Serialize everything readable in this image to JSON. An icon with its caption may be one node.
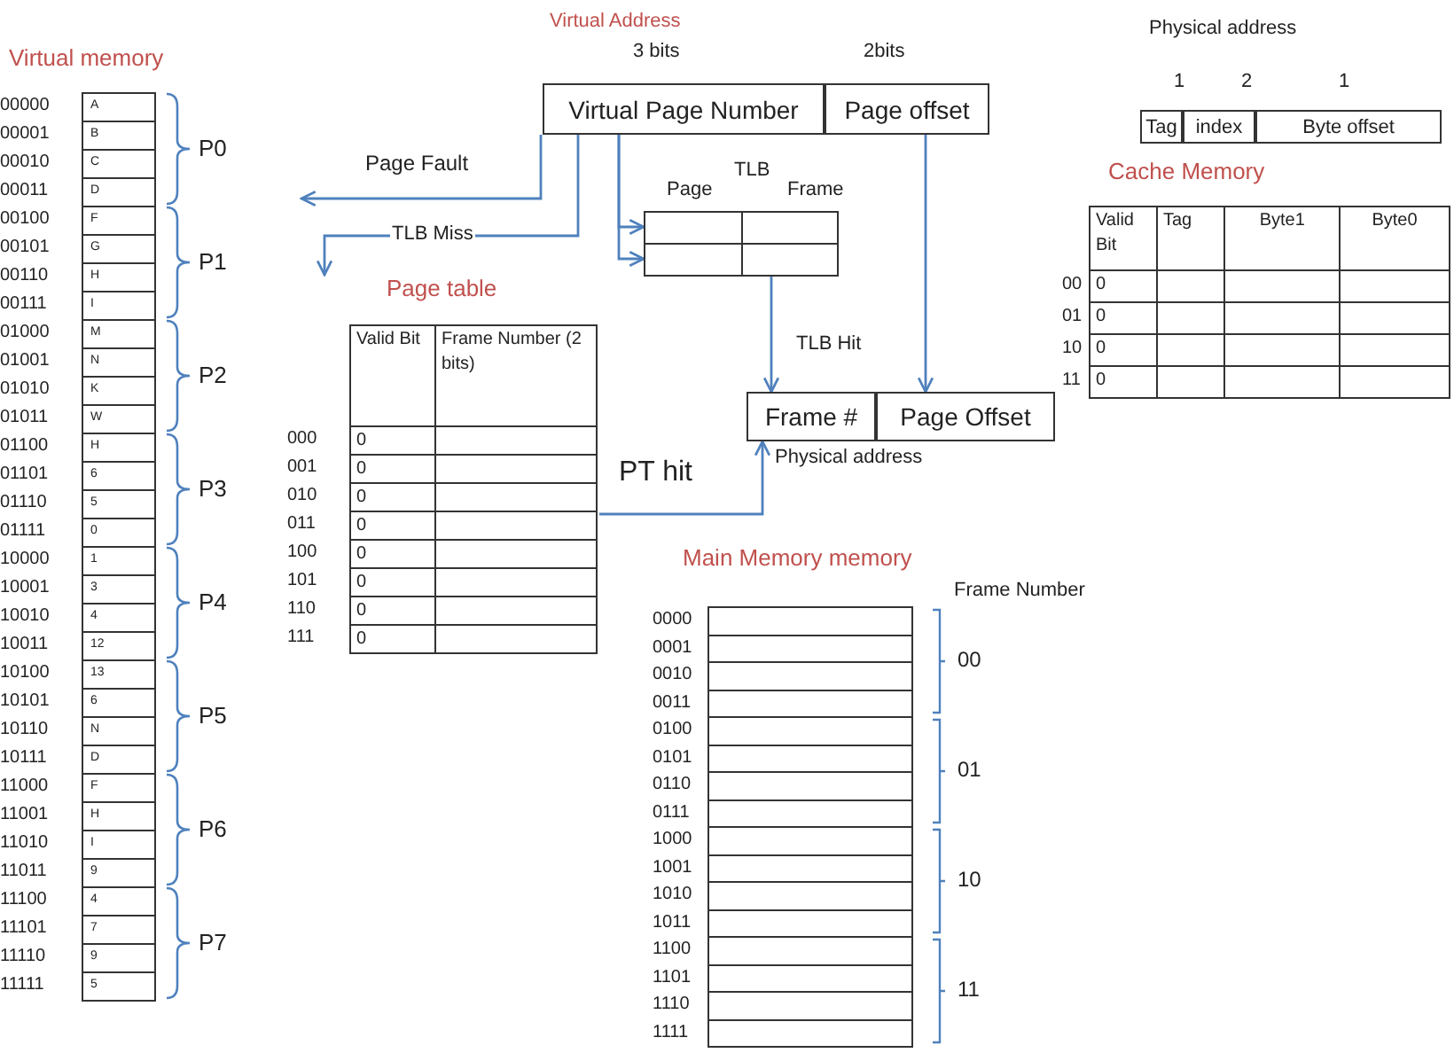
{
  "diagram": {
    "nodes": [
      {
        "text": [
          "Virtual memory"
        ]
      },
      {
        "text": [
          "Virtual Page Number"
        ]
      },
      {
        "text": [
          "Page offset"
        ]
      },
      {
        "text": [
          "Tag"
        ]
      },
      {
        "text": [
          "index"
        ]
      },
      {
        "text": [
          "Byte offset"
        ]
      },
      {
        "text": [
          "Page",
          "TLB",
          "Frame"
        ]
      },
      {
        "text": [
          "Cache Memory"
        ]
      },
      {
        "text": [
          "Page table"
        ]
      },
      {
        "text": [
          "Frame #"
        ]
      },
      {
        "text": [
          "Page Offset"
        ]
      },
      {
        "text": [
          "Main Memory memory"
        ]
      }
    ],
    "edges": [
      {
        "from": 1,
        "to": null,
        "arrow": "to",
        "label": "Page Fault"
      },
      {
        "from": 1,
        "to": 8,
        "arrow": "to",
        "label": "TLB Miss"
      },
      {
        "from": 1,
        "to": 6,
        "arrow": "to"
      },
      {
        "from": 1,
        "to": 6,
        "arrow": "to"
      },
      {
        "from": 6,
        "to": 9,
        "arrow": "to",
        "label": "TLB Hit"
      },
      {
        "from": 2,
        "to": 10,
        "arrow": "to"
      },
      {
        "from": 8,
        "to": 9,
        "arrow": "to",
        "label": "PT hit"
      }
    ],
    "labels": [
      "Virtual Address",
      "3 bits",
      "2bits",
      "Physical address",
      "1",
      "2",
      "1",
      "00000",
      "A",
      "00001",
      "B",
      "00010",
      "C",
      "00011",
      "D",
      "00100",
      "F",
      "00101",
      "G",
      "00110",
      "H",
      "00111",
      "I",
      "01000",
      "M",
      "01001",
      "N",
      "01010",
      "K",
      "01011",
      "W",
      "01100",
      "H",
      "01101",
      "6",
      "01110",
      "5",
      "01111",
      "0",
      "10000",
      "1",
      "10001",
      "3",
      "10010",
      "4",
      "10011",
      "12",
      "10100",
      "13",
      "10101",
      "6",
      "10110",
      "N",
      "10111",
      "D",
      "11000",
      "F",
      "11001",
      "H",
      "11010",
      "I",
      "11011",
      "9",
      "11100",
      "4",
      "11101",
      "7",
      "11110",
      "9",
      "11111",
      "5",
      "P0",
      "P1",
      "P2",
      "P3",
      "P4",
      "P5",
      "P6",
      "P7",
      "Valid Bit",
      "Tag",
      "Byte1",
      "Byte0",
      "00",
      "0",
      "01",
      "0",
      "10",
      "0",
      "11",
      "0",
      "Valid Bit",
      "Frame Number (2 bits)",
      "000",
      "0",
      "001",
      "0",
      "010",
      "0",
      "011",
      "0",
      "100",
      "0",
      "101",
      "0",
      "110",
      "0",
      "111",
      "0",
      "Physical address",
      "Frame Number",
      "0000",
      "0001",
      "0010",
      "0011",
      "0100",
      "0101",
      "0110",
      "0111",
      "1000",
      "1001",
      "1010",
      "1011",
      "1100",
      "1101",
      "1110",
      "1111",
      "00",
      "01",
      "10",
      "11"
    ]
  }
}
